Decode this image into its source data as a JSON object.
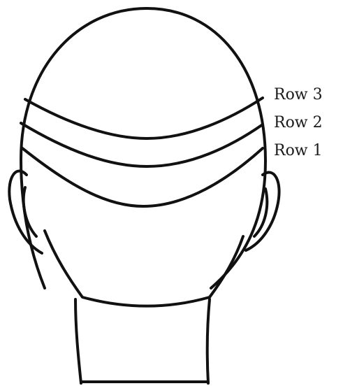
{
  "labels": {
    "row3": "Row 3",
    "row2": "Row 2",
    "row1": "Row 1"
  },
  "colors": {
    "stroke": "#111111",
    "background": "#ffffff",
    "text": "#1a1a1a"
  }
}
